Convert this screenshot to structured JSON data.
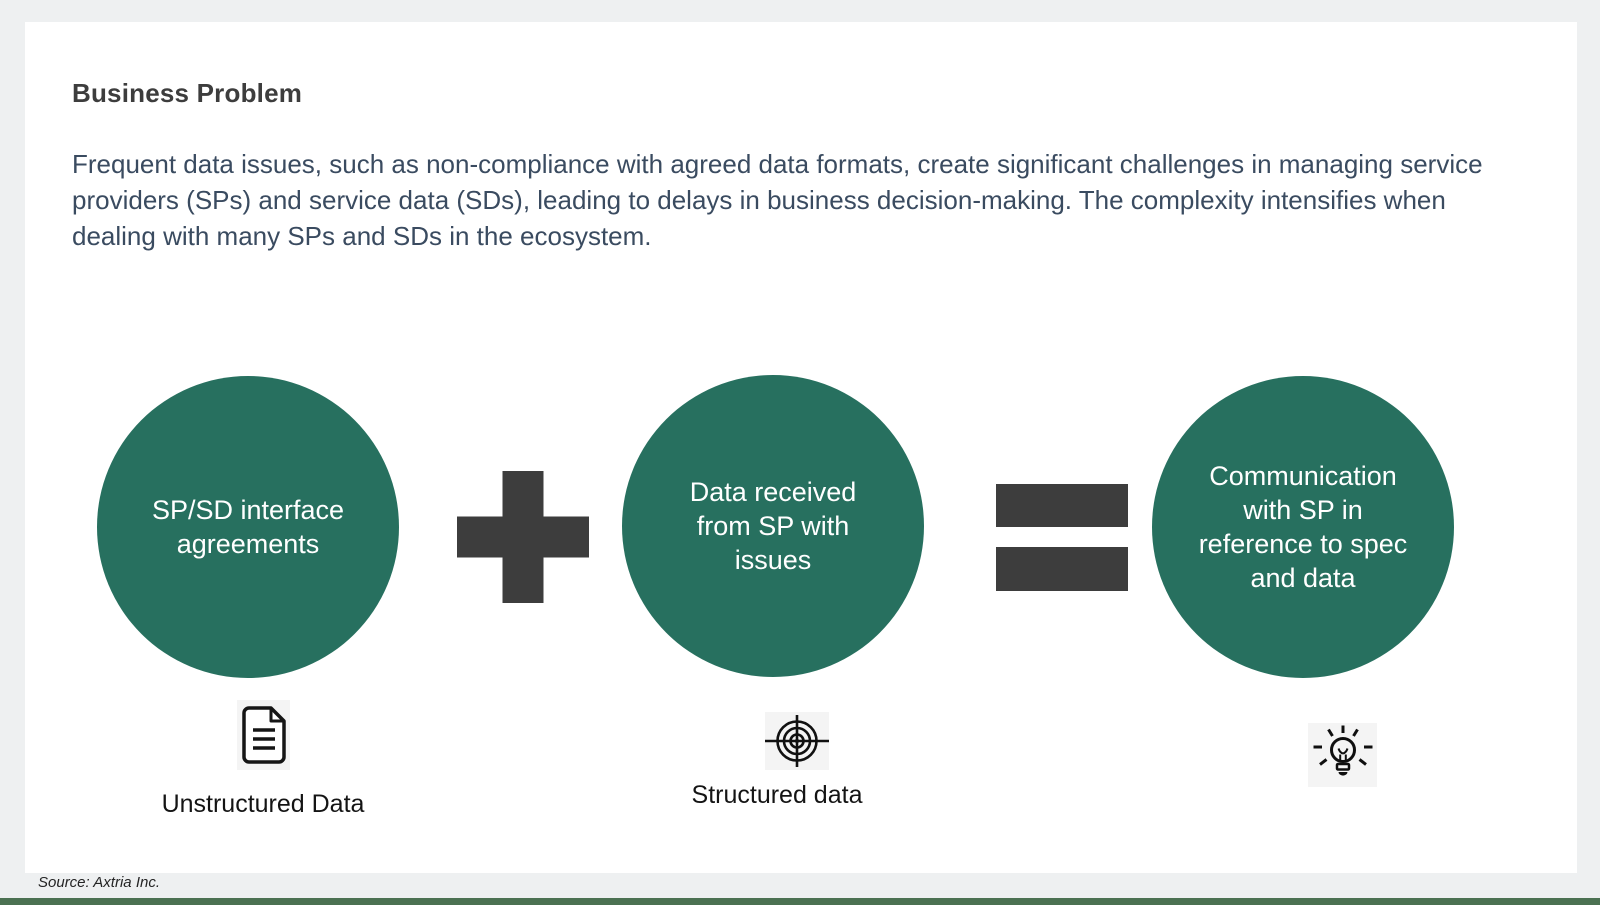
{
  "slide": {
    "title": "Business Problem",
    "description": "Frequent data issues, such as non-compliance with agreed data formats, create significant challenges in managing service providers (SPs) and service data (SDs), leading to delays in business decision-making. The complexity intensifies when dealing with many SPs and SDs in the ecosystem."
  },
  "diagram": {
    "terms": [
      {
        "label": "SP/SD interface agreements",
        "icon": "document-icon",
        "caption": "Unstructured Data"
      },
      {
        "label": "Data received from SP with issues",
        "icon": "target-icon",
        "caption": "Structured data"
      },
      {
        "label": "Communication with SP in reference to spec and data",
        "icon": "lightbulb-icon",
        "caption": ""
      }
    ],
    "operators": [
      {
        "name": "plus",
        "symbol": "+"
      },
      {
        "name": "equals",
        "symbol": "="
      }
    ],
    "colors": {
      "circle_fill": "#27705F",
      "circle_text": "#FFFFFF",
      "operator": "#3D3D3D",
      "title_text": "#3D3D3D",
      "description_text": "#3A4B60",
      "accent_bar": "#4B7152"
    }
  },
  "footer": {
    "source_note": "Source: Axtria Inc."
  }
}
